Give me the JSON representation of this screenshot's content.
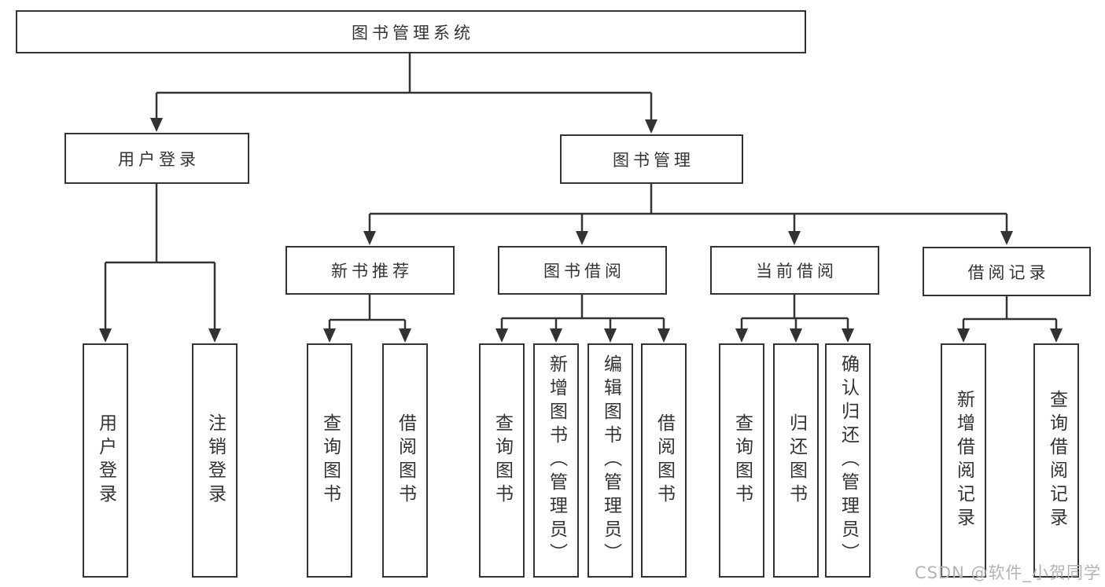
{
  "colors": {
    "line": "#333333",
    "text": "#333333",
    "watermark": "#b3b3b3",
    "background": "#ffffff"
  },
  "tree": {
    "label": "图书管理系统",
    "children": [
      {
        "label": "用户登录",
        "children": [
          {
            "label": "用户登录"
          },
          {
            "label": "注销登录"
          }
        ]
      },
      {
        "label": "图书管理",
        "children": [
          {
            "label": "新书推荐",
            "children": [
              {
                "label": "查询图书"
              },
              {
                "label": "借阅图书"
              }
            ]
          },
          {
            "label": "图书借阅",
            "children": [
              {
                "label": "查询图书"
              },
              {
                "label": "新增图书（管理员）"
              },
              {
                "label": "编辑图书（管理员）"
              },
              {
                "label": "借阅图书"
              }
            ]
          },
          {
            "label": "当前借阅",
            "children": [
              {
                "label": "查询图书"
              },
              {
                "label": "归还图书"
              },
              {
                "label": "确认归还（管理员）"
              }
            ]
          },
          {
            "label": "借阅记录",
            "children": [
              {
                "label": "新增借阅记录"
              },
              {
                "label": "查询借阅记录"
              }
            ]
          }
        ]
      }
    ]
  },
  "watermark": {
    "text": "CSDN @软件_小贺同学"
  }
}
